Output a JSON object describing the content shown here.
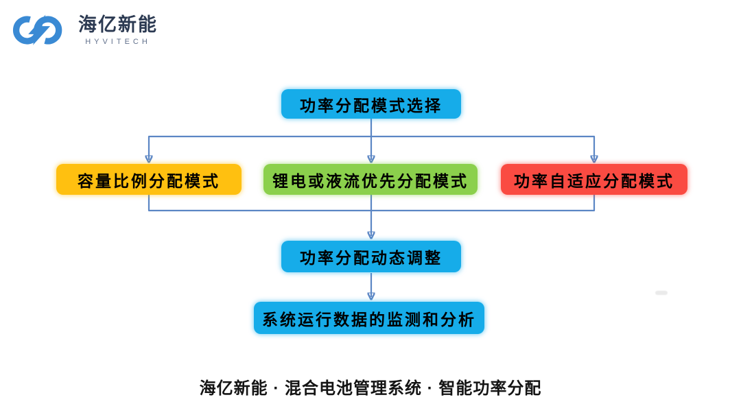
{
  "brand": {
    "name_zh": "海亿新能",
    "name_en": "HYVITECH",
    "logo_color": "#3a8ad4"
  },
  "flowchart": {
    "root": {
      "label": "功率分配模式选择",
      "color": "#16ace9"
    },
    "modes": [
      {
        "label": "容量比例分配模式",
        "color": "#ffc010"
      },
      {
        "label": "锂电或液流优先分配模式",
        "color": "#8bd04c"
      },
      {
        "label": "功率自适应分配模式",
        "color": "#fa4b42"
      }
    ],
    "adjust": {
      "label": "功率分配动态调整",
      "color": "#16ace9"
    },
    "monitor": {
      "label": "系统运行数据的监测和分析",
      "color": "#16ace9"
    },
    "connector_color": "#5b86c4",
    "arrowhead_color": "#6d99d6"
  },
  "caption": "海亿新能 · 混合电池管理系统 · 智能功率分配"
}
